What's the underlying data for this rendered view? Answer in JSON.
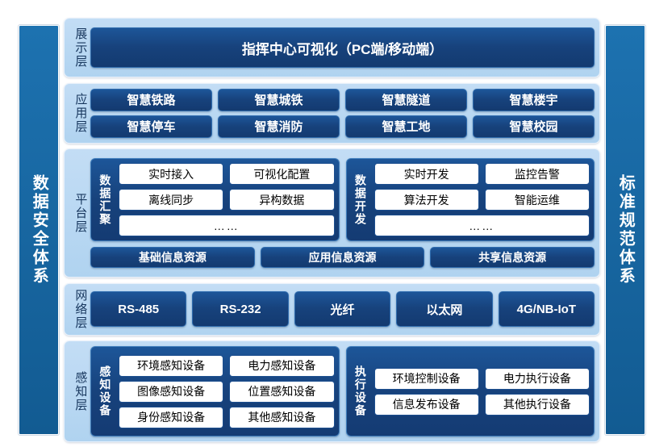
{
  "left_pillar": {
    "label": "数据安全体系"
  },
  "right_pillar": {
    "label": "标准规范体系"
  },
  "layers": {
    "display": {
      "label": "展示层",
      "banner": "指挥中心可视化（PC端/移动端）"
    },
    "application": {
      "label": "应用层",
      "row1": [
        "智慧铁路",
        "智慧城铁",
        "智慧隧道",
        "智慧楼宇"
      ],
      "row2": [
        "智慧停车",
        "智慧消防",
        "智慧工地",
        "智慧校园"
      ]
    },
    "platform": {
      "label": "平台层",
      "groups": [
        {
          "name": "数据汇聚",
          "row1": [
            "实时接入",
            "可视化配置"
          ],
          "row2": [
            "离线同步",
            "异构数据"
          ],
          "row3": "……"
        },
        {
          "name": "数据开发",
          "row1": [
            "实时开发",
            "监控告警"
          ],
          "row2": [
            "算法开发",
            "智能运维"
          ],
          "row3": "……"
        }
      ],
      "resources": [
        "基础信息资源",
        "应用信息资源",
        "共享信息资源"
      ]
    },
    "network": {
      "label": "网络层",
      "items": [
        "RS-485",
        "RS-232",
        "光纤",
        "以太网",
        "4G/NB-IoT"
      ]
    },
    "perception": {
      "label": "感知层",
      "groups": [
        {
          "name": "感知设备",
          "row1": [
            "环境感知设备",
            "电力感知设备"
          ],
          "row2": [
            "图像感知设备",
            "位置感知设备"
          ],
          "row3": [
            "身份感知设备",
            "其他感知设备"
          ]
        },
        {
          "name": "执行设备",
          "row1": [
            "环境控制设备",
            "电力执行设备"
          ],
          "row2": [
            "信息发布设备",
            "其他执行设备"
          ]
        }
      ]
    }
  },
  "colors": {
    "navy": "#17427c",
    "pillar_blue": "#17659f",
    "layer_bg": "#b6d7f2",
    "white_box": "#ffffff",
    "page_bg": "#476f4d"
  }
}
